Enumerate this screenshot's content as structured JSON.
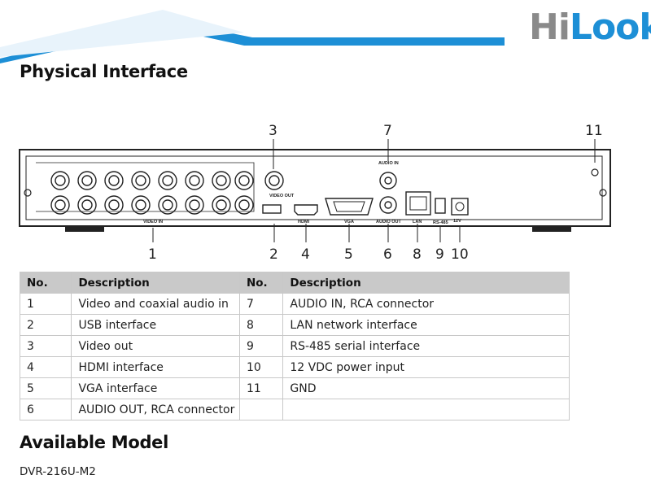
{
  "brand": {
    "logo_part1": "Hi",
    "logo_part2": "Look",
    "accent": "#1d8fd6"
  },
  "title": "Physical Interface",
  "diagram": {
    "callouts": [
      "1",
      "2",
      "3",
      "4",
      "5",
      "6",
      "7",
      "8",
      "9",
      "10",
      "11"
    ],
    "panel_labels": {
      "video_in": "VIDEO IN",
      "video_out": "VIDEO OUT",
      "hdmi": "HDMI",
      "vga": "VGA",
      "audio_in": "AUDIO IN",
      "audio_out": "AUDIO OUT",
      "lan": "LAN",
      "rs485": "RS-485",
      "power": "12V"
    }
  },
  "table": {
    "headers": [
      "No.",
      "Description",
      "No.",
      "Description"
    ],
    "rows": [
      [
        "1",
        "Video and coaxial audio in",
        "7",
        "AUDIO IN, RCA connector"
      ],
      [
        "2",
        "USB interface",
        "8",
        "LAN network interface"
      ],
      [
        "3",
        "Video out",
        "9",
        "RS-485 serial interface"
      ],
      [
        "4",
        "HDMI interface",
        "10",
        "12 VDC power input"
      ],
      [
        "5",
        "VGA interface",
        "11",
        "GND"
      ],
      [
        "6",
        "AUDIO OUT, RCA connector",
        "",
        ""
      ]
    ]
  },
  "available_title": "Available Model",
  "model": "DVR-216U-M2"
}
